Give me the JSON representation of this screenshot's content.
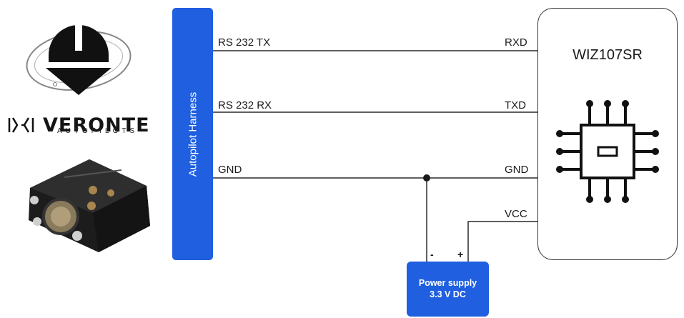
{
  "harness": {
    "label": "Autopilot Harness"
  },
  "logo": {
    "wordmark": "VERONTE",
    "subtitle": "AUTOPILOTS"
  },
  "device": {
    "name": "WIZ107SR"
  },
  "wires": [
    {
      "left": "RS 232  TX",
      "right": "RXD"
    },
    {
      "left": "RS 232  RX",
      "right": "TXD"
    },
    {
      "left": "GND",
      "right": "GND"
    },
    {
      "right": "VCC"
    }
  ],
  "power_supply": {
    "line1": "Power supply",
    "line2": "3.3 V DC",
    "minus": "-",
    "plus": "+"
  },
  "colors": {
    "accent": "#1f5fe0",
    "wire": "#2a2a2a"
  }
}
